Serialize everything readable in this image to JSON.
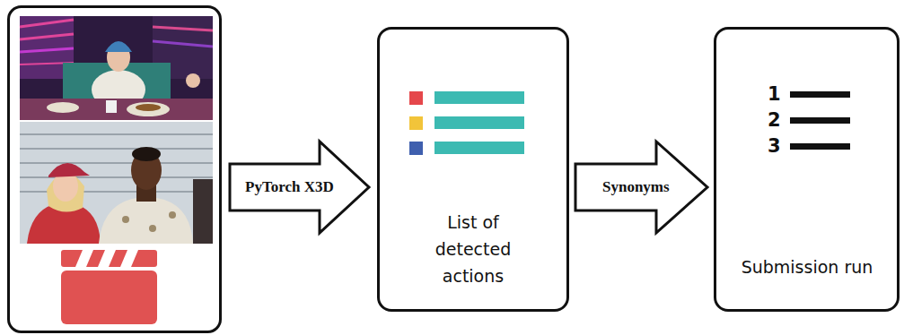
{
  "diagram": {
    "nodes": [
      {
        "text": [
          "List of detected actions"
        ]
      },
      {
        "text": [
          "Submission run"
        ]
      }
    ],
    "edges": [
      {
        "from": 0,
        "to": 1,
        "label": "Synonyms",
        "arrow": "to"
      }
    ],
    "labels": [
      "PyTorch X3D",
      "1",
      "2",
      "3"
    ]
  }
}
